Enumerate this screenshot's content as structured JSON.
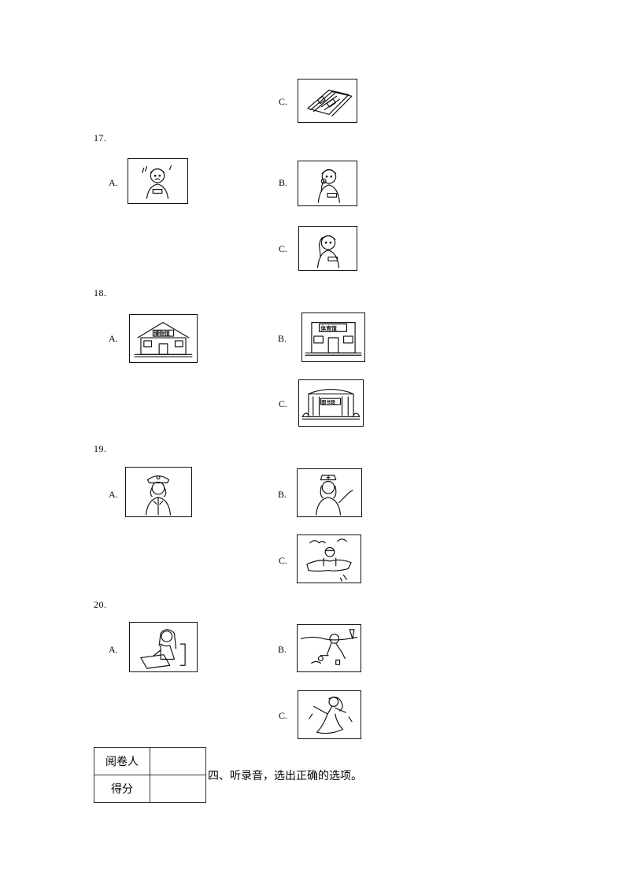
{
  "questions": [
    {
      "number": "",
      "options": [
        {
          "label": "C.",
          "picture": "newspaper-icon"
        }
      ]
    },
    {
      "number": "17.",
      "options": [
        {
          "label": "A.",
          "picture": "confused-boy-icon"
        },
        {
          "label": "B.",
          "picture": "boy-thinking-icon"
        },
        {
          "label": "C.",
          "picture": "boy-scratching-head-icon"
        }
      ]
    },
    {
      "number": "18.",
      "options": [
        {
          "label": "A.",
          "picture": "museum-icon",
          "sign": "博物馆"
        },
        {
          "label": "B.",
          "picture": "gym-icon",
          "sign": "体育馆"
        },
        {
          "label": "C.",
          "picture": "library-icon",
          "sign": "图书馆"
        }
      ]
    },
    {
      "number": "19.",
      "options": [
        {
          "label": "A.",
          "picture": "police-officer-icon"
        },
        {
          "label": "B.",
          "picture": "nurse-icon"
        },
        {
          "label": "C.",
          "picture": "pilot-icon"
        }
      ]
    },
    {
      "number": "20.",
      "options": [
        {
          "label": "A.",
          "picture": "girl-drawing-icon"
        },
        {
          "label": "B.",
          "picture": "girl-painting-outdoors-icon"
        },
        {
          "label": "C.",
          "picture": "girl-dancing-icon"
        }
      ]
    }
  ],
  "score_table": {
    "reviewer_label": "阅卷人",
    "score_label": "得分",
    "reviewer_value": "",
    "score_value": ""
  },
  "section_title": "四、听录音，选出正确的选项。"
}
